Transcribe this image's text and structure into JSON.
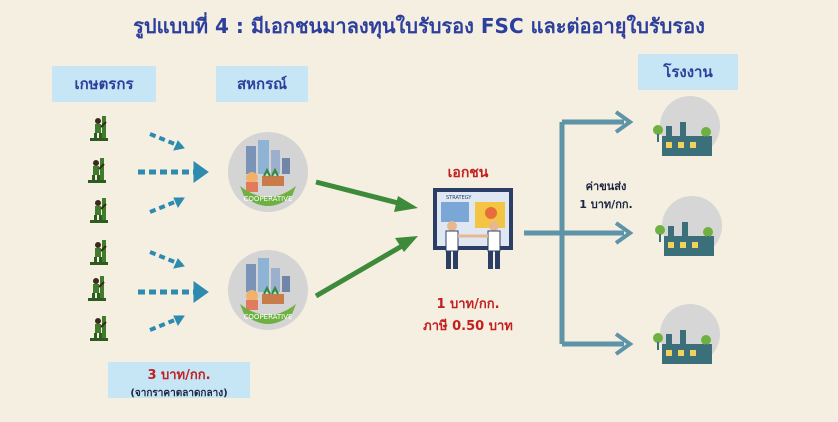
{
  "title": "รูปแบบที่ 4 : มีเอกชนมาลงทุนใบรับรอง FSC และต่ออายุใบรับรอง",
  "nodes": {
    "farmers": {
      "label": "เกษตรกร"
    },
    "cooperative": {
      "label": "สหกรณ์",
      "emblem_text": "COOPERATIVE"
    },
    "private": {
      "label": "เอกชน",
      "board_text": "STRATEGY"
    },
    "factory": {
      "label": "โรงงาน"
    }
  },
  "prices": {
    "farmer_price": "3 บาท/กก.",
    "farmer_price_note": "(จากราคาตลาดกลาง)",
    "private_price": "1 บาท/กก.",
    "private_tax": "ภาษี 0.50 บาท",
    "transport_label": "ค่าขนส่ง",
    "transport_price": "1 บาท/กก."
  },
  "colors": {
    "title": "#2d3f9c",
    "label_bg": "#c6e6f5",
    "price_red": "#c21f1f",
    "arrow_blue": "#2e8bb0",
    "arrow_green": "#3c8a3a",
    "branch_teal": "#5e93a8",
    "background": "#f5efe1"
  },
  "icons": {
    "farmer": "farmer-icon",
    "cooperative": "cooperative-icon",
    "meeting": "business-meeting-icon",
    "factory": "factory-icon"
  }
}
